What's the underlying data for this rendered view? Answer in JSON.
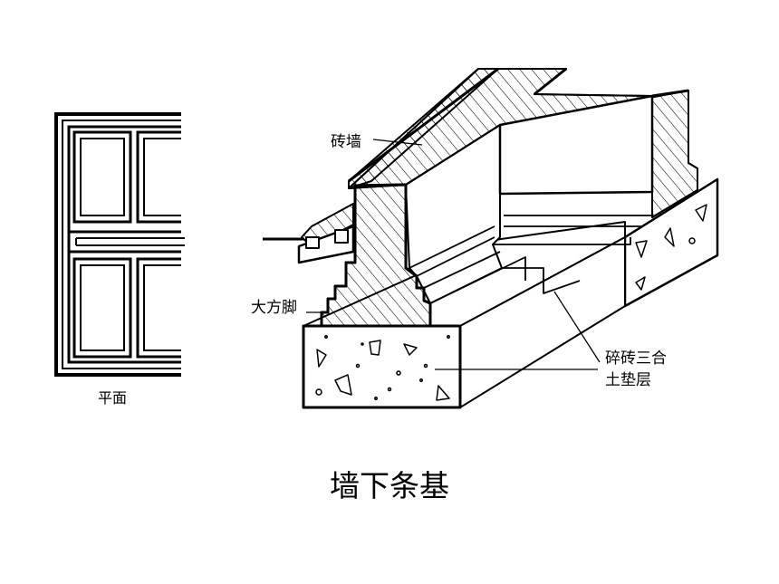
{
  "labels": {
    "plan_view": "平面",
    "brick_wall": "砖墙",
    "big_footing": "大方脚",
    "cushion_line1": "碎砖三合",
    "cushion_line2": "土垫层"
  },
  "caption": "墙下条基",
  "colors": {
    "ink": "#000000",
    "paper": "#ffffff"
  }
}
